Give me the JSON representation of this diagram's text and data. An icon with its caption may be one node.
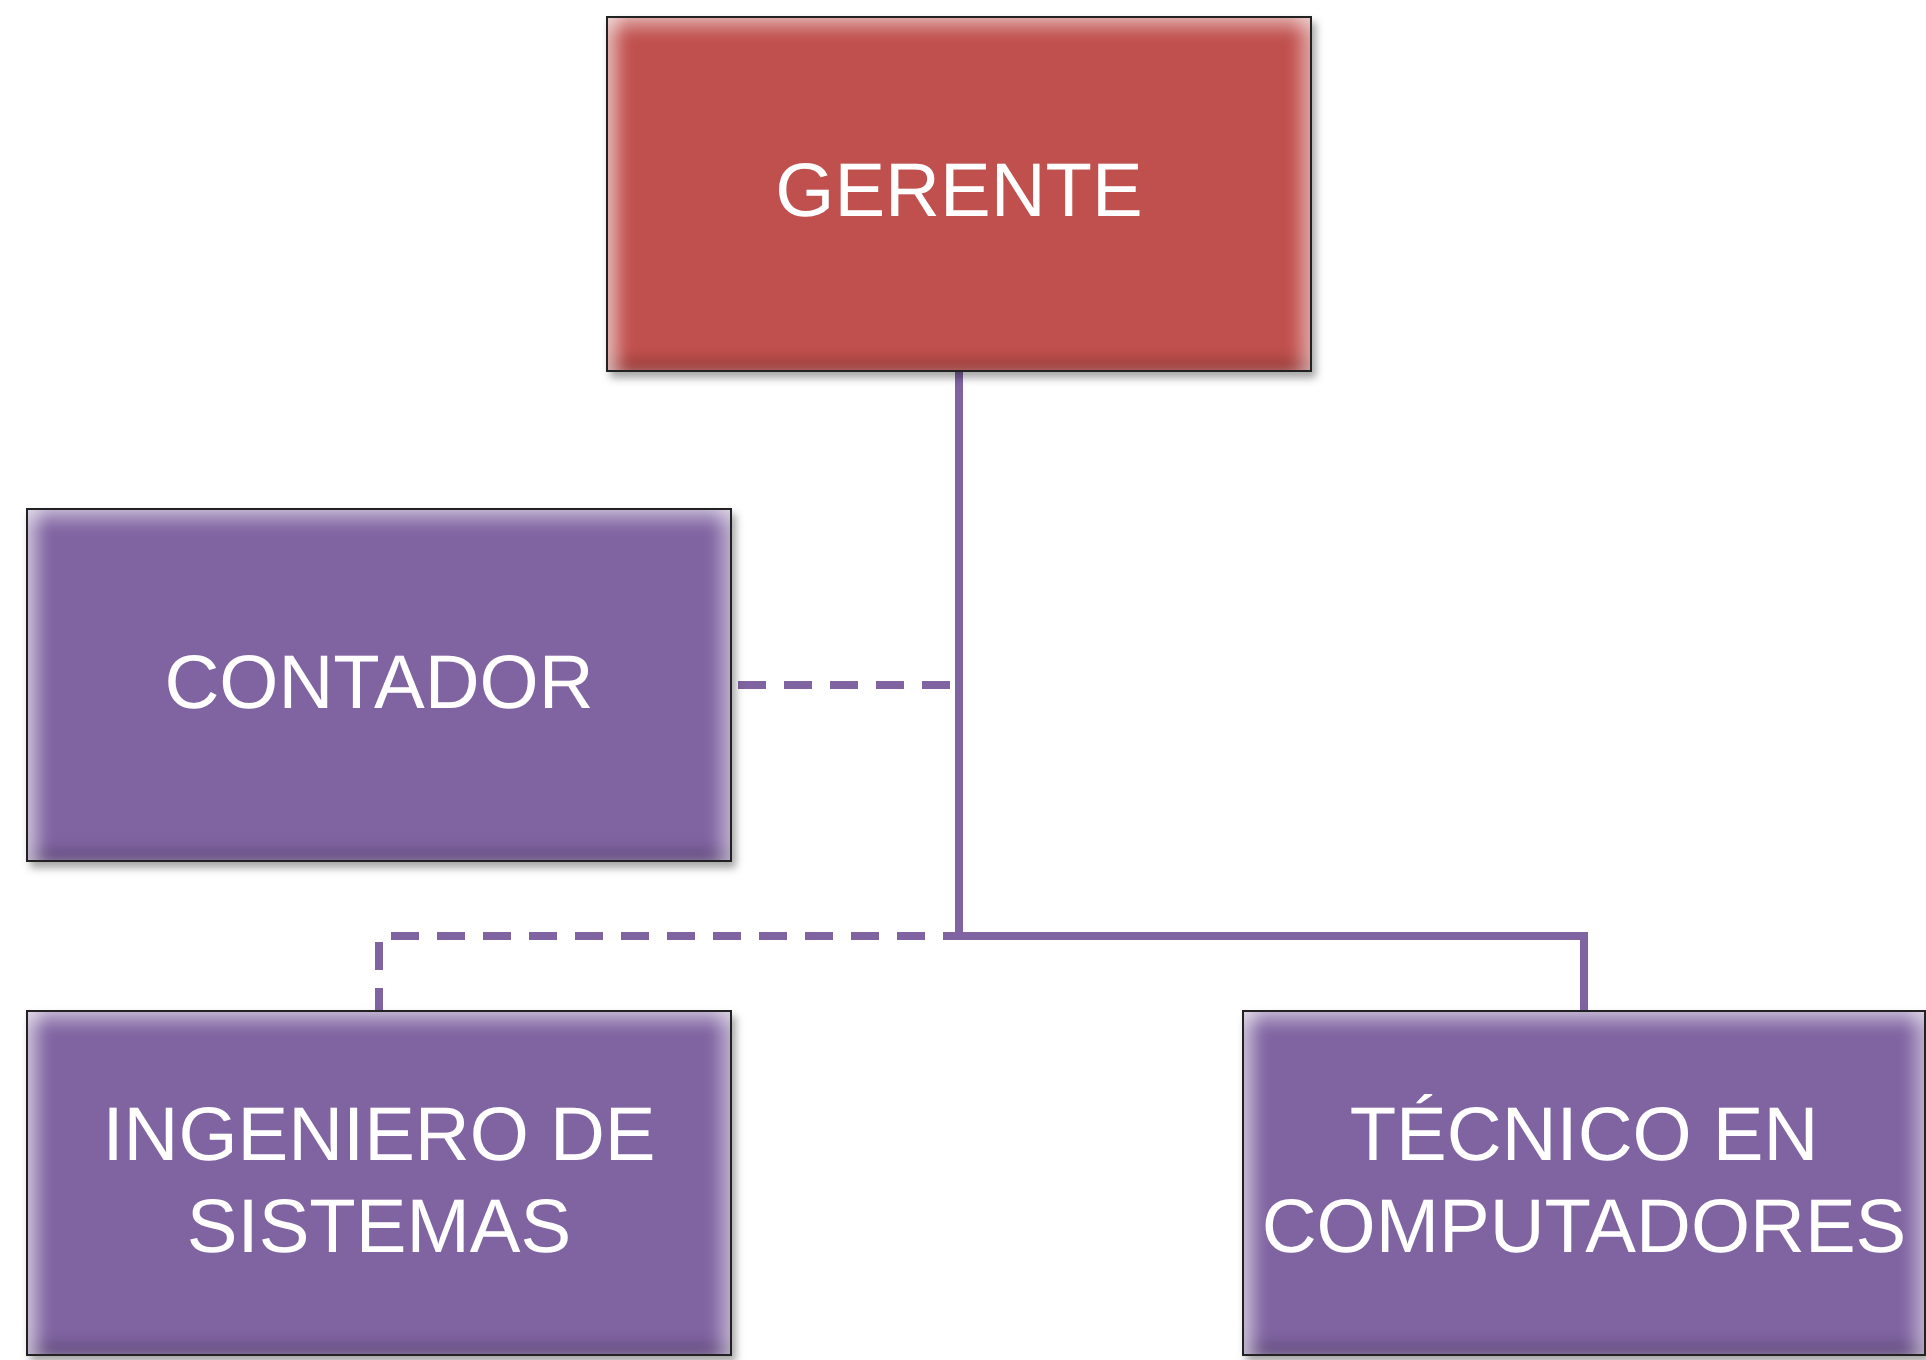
{
  "diagram": {
    "nodes": [
      {
        "text": [
          "GERENTE"
        ]
      },
      {
        "text": [
          "CONTADOR"
        ]
      },
      {
        "text": [
          "INGENIERO DE SISTEMAS"
        ]
      },
      {
        "text": [
          "TÉCNICO EN COMPUTADORES"
        ]
      }
    ],
    "edges": [
      {
        "from": 0,
        "to": 1,
        "arrow": "none",
        "style": "dashed"
      },
      {
        "from": 0,
        "to": 2,
        "arrow": "none",
        "style": "dashed"
      },
      {
        "from": 0,
        "to": 3,
        "arrow": "none"
      }
    ]
  }
}
